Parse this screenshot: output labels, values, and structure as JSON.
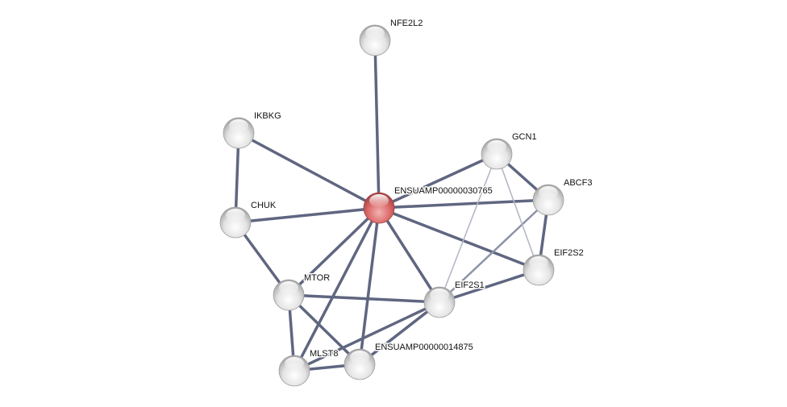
{
  "network": {
    "nodes": [
      {
        "id": "NFE2L2",
        "label": "NFE2L2",
        "query": false
      },
      {
        "id": "IKBKG",
        "label": "IKBKG",
        "query": false
      },
      {
        "id": "CHUK",
        "label": "CHUK",
        "query": false
      },
      {
        "id": "ENSUAMP00000030765",
        "label": "ENSUAMP00000030765",
        "query": true
      },
      {
        "id": "GCN1",
        "label": "GCN1",
        "query": false
      },
      {
        "id": "ABCF3",
        "label": "ABCF3",
        "query": false
      },
      {
        "id": "EIF2S2",
        "label": "EIF2S2",
        "query": false
      },
      {
        "id": "EIF2S1",
        "label": "EIF2S1",
        "query": false
      },
      {
        "id": "MTOR",
        "label": "MTOR",
        "query": false
      },
      {
        "id": "MLST8",
        "label": "MLST8",
        "query": false
      },
      {
        "id": "ENSUAMP00000014875",
        "label": "ENSUAMP00000014875",
        "query": false
      }
    ],
    "edges": [
      {
        "a": "ENSUAMP00000030765",
        "b": "NFE2L2",
        "strength": "high"
      },
      {
        "a": "ENSUAMP00000030765",
        "b": "IKBKG",
        "strength": "high"
      },
      {
        "a": "ENSUAMP00000030765",
        "b": "CHUK",
        "strength": "high"
      },
      {
        "a": "ENSUAMP00000030765",
        "b": "GCN1",
        "strength": "high"
      },
      {
        "a": "ENSUAMP00000030765",
        "b": "ABCF3",
        "strength": "high"
      },
      {
        "a": "ENSUAMP00000030765",
        "b": "EIF2S2",
        "strength": "high"
      },
      {
        "a": "ENSUAMP00000030765",
        "b": "EIF2S1",
        "strength": "high"
      },
      {
        "a": "ENSUAMP00000030765",
        "b": "MTOR",
        "strength": "high"
      },
      {
        "a": "ENSUAMP00000030765",
        "b": "MLST8",
        "strength": "high"
      },
      {
        "a": "ENSUAMP00000030765",
        "b": "ENSUAMP00000014875",
        "strength": "high"
      },
      {
        "a": "IKBKG",
        "b": "CHUK",
        "strength": "high"
      },
      {
        "a": "CHUK",
        "b": "MTOR",
        "strength": "high"
      },
      {
        "a": "MTOR",
        "b": "EIF2S1",
        "strength": "high"
      },
      {
        "a": "MTOR",
        "b": "MLST8",
        "strength": "high"
      },
      {
        "a": "MTOR",
        "b": "ENSUAMP00000014875",
        "strength": "high"
      },
      {
        "a": "MLST8",
        "b": "ENSUAMP00000014875",
        "strength": "high"
      },
      {
        "a": "MLST8",
        "b": "EIF2S1",
        "strength": "high"
      },
      {
        "a": "ENSUAMP00000014875",
        "b": "EIF2S1",
        "strength": "high"
      },
      {
        "a": "EIF2S1",
        "b": "EIF2S2",
        "strength": "high"
      },
      {
        "a": "GCN1",
        "b": "ABCF3",
        "strength": "high"
      },
      {
        "a": "ABCF3",
        "b": "EIF2S2",
        "strength": "high"
      },
      {
        "a": "ABCF3",
        "b": "EIF2S1",
        "strength": "medium"
      },
      {
        "a": "GCN1",
        "b": "EIF2S1",
        "strength": "low"
      },
      {
        "a": "GCN1",
        "b": "EIF2S2",
        "strength": "low"
      }
    ],
    "colors": {
      "query_node": "#e06666",
      "node": "#e8e8e8",
      "edge_high": "#5f6680",
      "edge_medium": "#8d93a8",
      "edge_low": "#b5b8c6"
    }
  }
}
